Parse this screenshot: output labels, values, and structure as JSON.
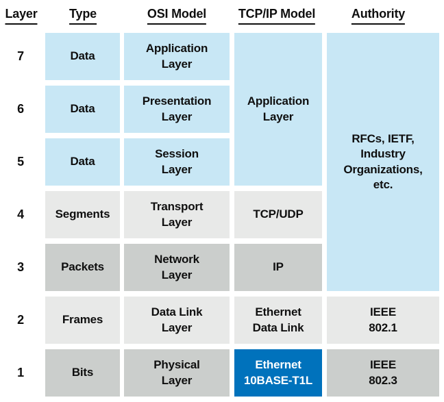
{
  "header": {
    "layer": "Layer",
    "type": "Type",
    "osi": "OSI Model",
    "tcpip": "TCP/IP Model",
    "authority": "Authority"
  },
  "grid": {
    "layers": [
      {
        "number": "7",
        "type": "Data",
        "osi": "Application\nLayer"
      },
      {
        "number": "6",
        "type": "Data",
        "osi": "Presentation\nLayer"
      },
      {
        "number": "5",
        "type": "Data",
        "osi": "Session\nLayer"
      },
      {
        "number": "4",
        "type": "Segments",
        "osi": "Transport\nLayer",
        "tcpip": "TCP/UDP"
      },
      {
        "number": "3",
        "type": "Packets",
        "osi": "Network\nLayer",
        "tcpip": "IP"
      },
      {
        "number": "2",
        "type": "Frames",
        "osi": "Data Link\nLayer",
        "tcpip": "Ethernet\nData Link",
        "authority": "IEEE\n802.1"
      },
      {
        "number": "1",
        "type": "Bits",
        "osi": "Physical\nLayer",
        "tcpip": "Ethernet\n10BASE-T1L",
        "authority": "IEEE\n802.3"
      }
    ],
    "merged_cells": {
      "tcpip_application": "Application\nLayer",
      "authority_rfcs": "RFCs, IETF,\nIndustry\nOrganizations,\netc."
    }
  },
  "colors": {
    "light_blue": "#c8e7f5",
    "light_gray": "#e8e9e8",
    "dark_gray": "#cbcecc",
    "highlight_blue": "#0072bc",
    "text": "#0f0f0f",
    "highlight_text": "#ffffff"
  }
}
